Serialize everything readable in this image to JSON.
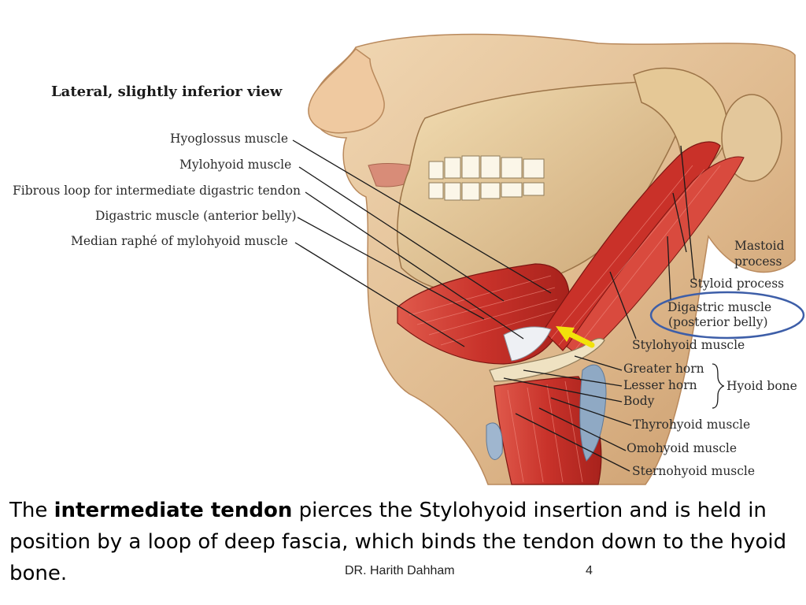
{
  "figure": {
    "view_title": "Lateral, slightly inferior view",
    "labels_left": {
      "hyoglossus": "Hyoglossus muscle",
      "mylohyoid": "Mylohyoid muscle",
      "fibrous_loop": "Fibrous loop for intermediate digastric tendon",
      "digastric_anterior": "Digastric muscle (anterior belly)",
      "median_raphe": "Median raphé of mylohyoid muscle"
    },
    "labels_right": {
      "mastoid_1": "Mastoid",
      "mastoid_2": "process",
      "styloid": "Styloid process",
      "digastric_posterior_1": "Digastric muscle",
      "digastric_posterior_2": "(posterior belly)",
      "stylohyoid": "Stylohyoid muscle",
      "greater_horn": "Greater horn",
      "lesser_horn": "Lesser horn",
      "body": "Body",
      "hyoid_bone": "Hyoid bone",
      "thyrohyoid": "Thyrohyoid muscle",
      "omohyoid": "Omohyoid muscle",
      "sternohyoid": "Sternohyoid muscle"
    },
    "colors": {
      "skin": "#e7c9a0",
      "bone": "#e9cf9c",
      "muscle": "#c9312a",
      "muscle_light": "#e0574a",
      "highlight_ellipse": "#3d5ea8",
      "arrow": "#f2e20a",
      "cartilage": "#8fa9c4"
    }
  },
  "caption": {
    "prefix": "The ",
    "bold": "intermediate tendon",
    "suffix": " pierces the Stylohyoid insertion and is held in position by a loop of deep fascia, which binds the tendon down to the hyoid bone."
  },
  "footer": {
    "author": "DR. Harith Dahham",
    "slide_number": "4"
  }
}
